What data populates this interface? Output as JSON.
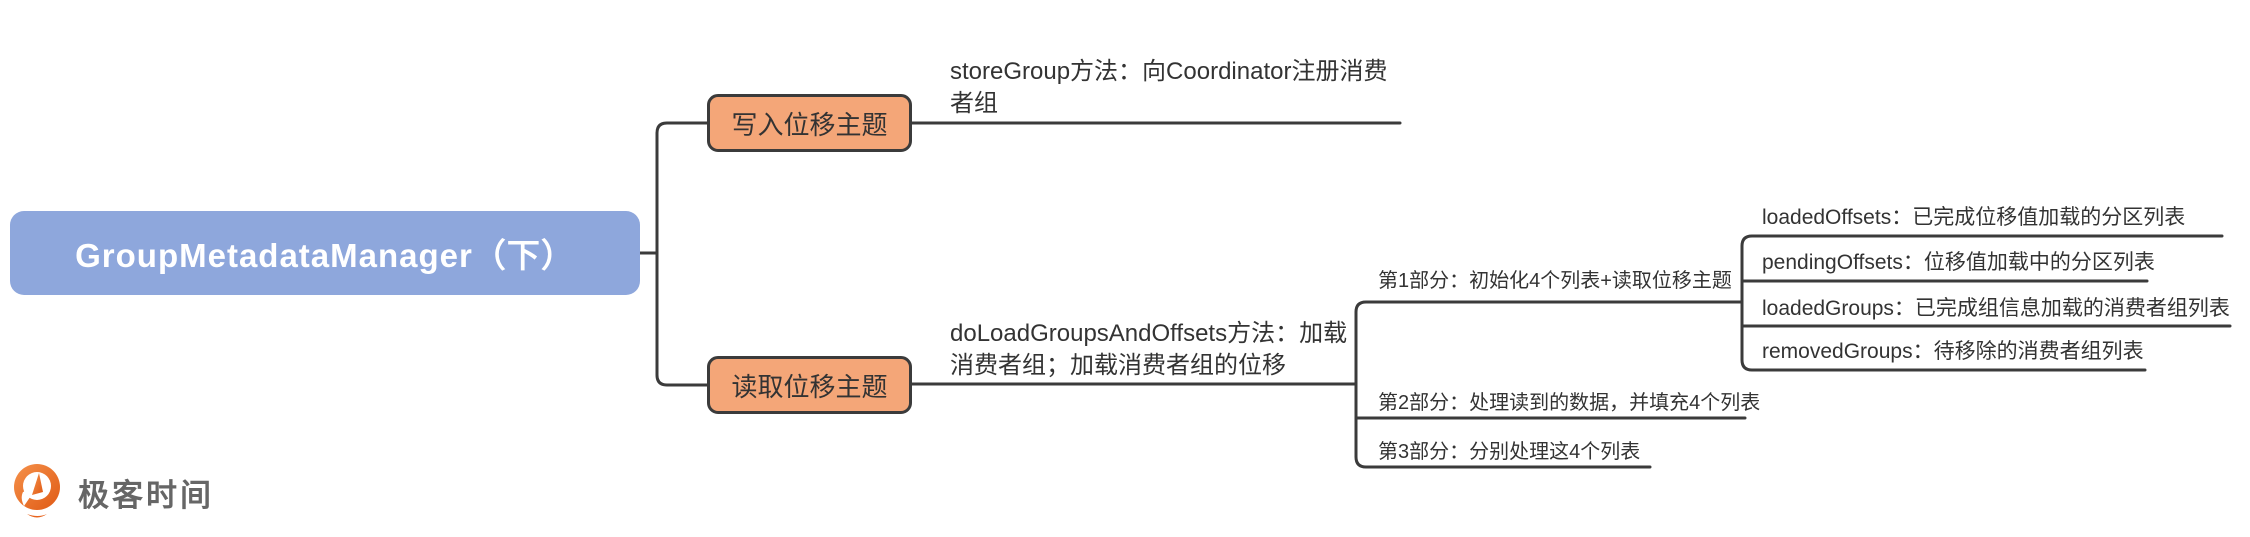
{
  "colors": {
    "root_fill": "#8ea7dc",
    "topic_fill": "#f4a678",
    "topic_border": "#3b3b3b",
    "connector": "#3b3b3b",
    "text": "#333333",
    "root_text": "#ffffff",
    "logo_orange": "#e8641d",
    "logo_text_gray": "#666666"
  },
  "mindmap": {
    "root": {
      "label": "GroupMetadataManager（下）"
    },
    "write_branch": {
      "label": "写入位移主题",
      "child": {
        "label": "storeGroup方法：向Coordinator注册消费者组"
      }
    },
    "read_branch": {
      "label": "读取位移主题",
      "child": {
        "label": "doLoadGroupsAndOffsets方法：加载消费者组；加载消费者组的位移"
      },
      "parts": [
        {
          "label": "第1部分：初始化4个列表+读取位移主题"
        },
        {
          "label": "第2部分：处理读到的数据，并填充4个列表"
        },
        {
          "label": "第3部分：分别处理这4个列表"
        }
      ],
      "lists": [
        {
          "label": "loadedOffsets：已完成位移值加载的分区列表"
        },
        {
          "label": "pendingOffsets：位移值加载中的分区列表"
        },
        {
          "label": "loadedGroups：已完成组信息加载的消费者组列表"
        },
        {
          "label": "removedGroups：待移除的消费者组列表"
        }
      ]
    }
  },
  "footer": {
    "logo_text": "极客时间"
  }
}
